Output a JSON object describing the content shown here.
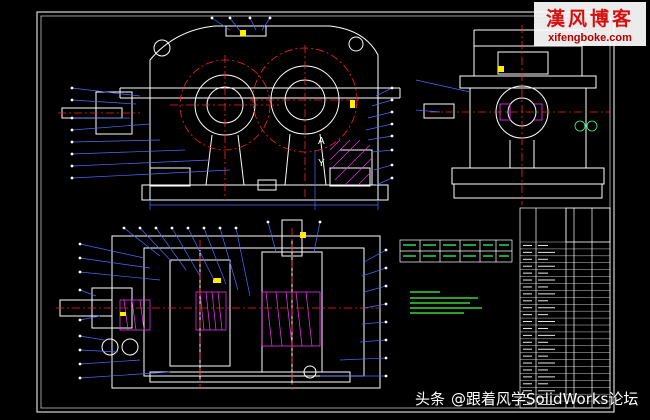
{
  "drawing": {
    "background": "#000000",
    "frame_color": "#ffffff",
    "outline_color": "#ffffff",
    "center_line_color": "#ff2222",
    "leader_color": "#4a6cff",
    "hatch_color": "#ff33ff",
    "dimension_color": "#33ff66",
    "note_color": "#44ff44",
    "highlight_color": "#ffee00",
    "views": [
      "front-view",
      "side-view",
      "top-section-view"
    ],
    "front_view_dimension_letters": [
      "A",
      "Y"
    ]
  },
  "watermark": {
    "logo_text": "漢风博客",
    "logo_url": "xifengboke.com",
    "bottom_source": "头条",
    "bottom_handle": "@跟着风学SolidWorks论坛"
  },
  "title_block": {
    "row_count": 24
  }
}
